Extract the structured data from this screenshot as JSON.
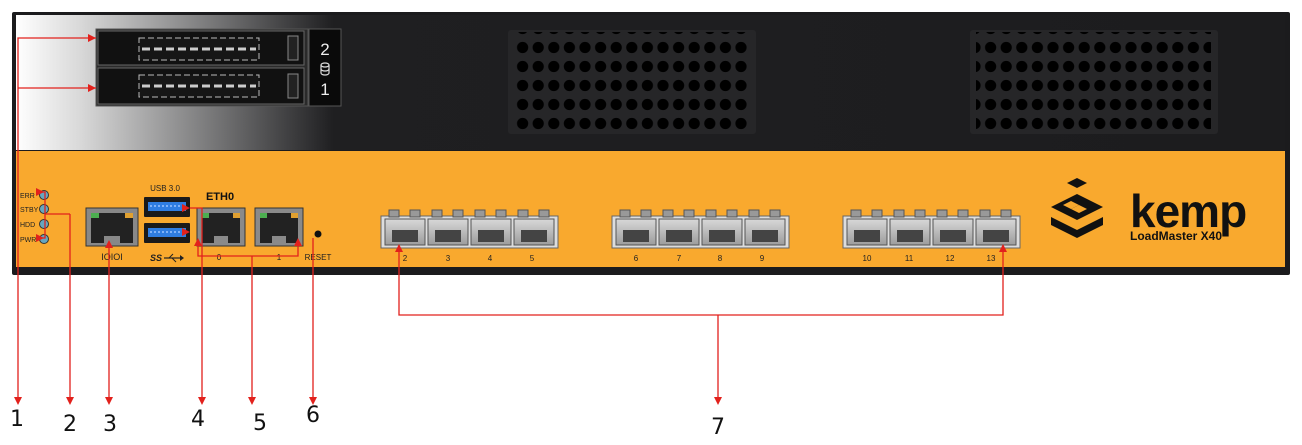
{
  "colors": {
    "chassis": "#1d1d1f",
    "front_panel": "#f9a92e",
    "callout_line": "#e2211c",
    "led": "#66a6c0",
    "usb_blue": "#2f7de1"
  },
  "drive_bays": {
    "top_number": "2",
    "bottom_number": "1"
  },
  "leds": [
    "ERR",
    "STBY",
    "HDD",
    "PWR"
  ],
  "ports": {
    "serial_label": "IOIOI",
    "usb_label": "USB 3.0",
    "usb_logo": "SS",
    "eth0_label": "ETH0",
    "eth0_ports": [
      "0",
      "1"
    ],
    "reset_label": "RESET",
    "sfp_groups": [
      [
        "2",
        "3",
        "4",
        "5"
      ],
      [
        "6",
        "7",
        "8",
        "9"
      ],
      [
        "10",
        "11",
        "12",
        "13"
      ]
    ]
  },
  "brand": {
    "name": "kemp",
    "model": "LoadMaster X40"
  },
  "callouts": [
    "1",
    "2",
    "3",
    "4",
    "5",
    "6",
    "7"
  ]
}
